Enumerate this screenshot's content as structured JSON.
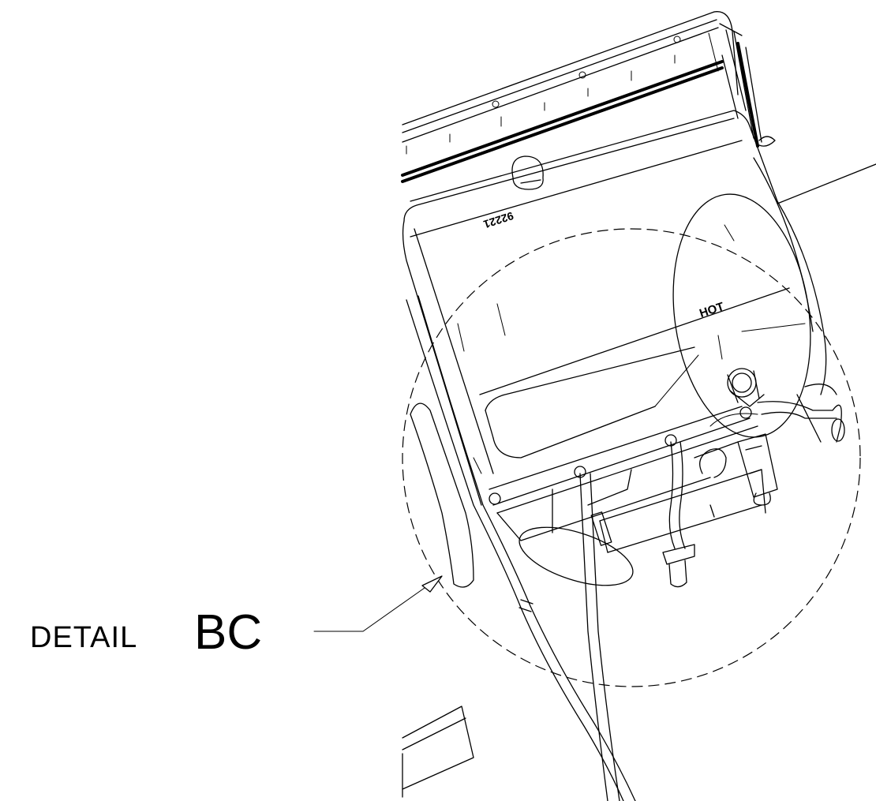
{
  "callout": {
    "word": "DETAIL",
    "id": "BC"
  },
  "markings": {
    "hot_label": "HOT",
    "part_number": "92221"
  }
}
